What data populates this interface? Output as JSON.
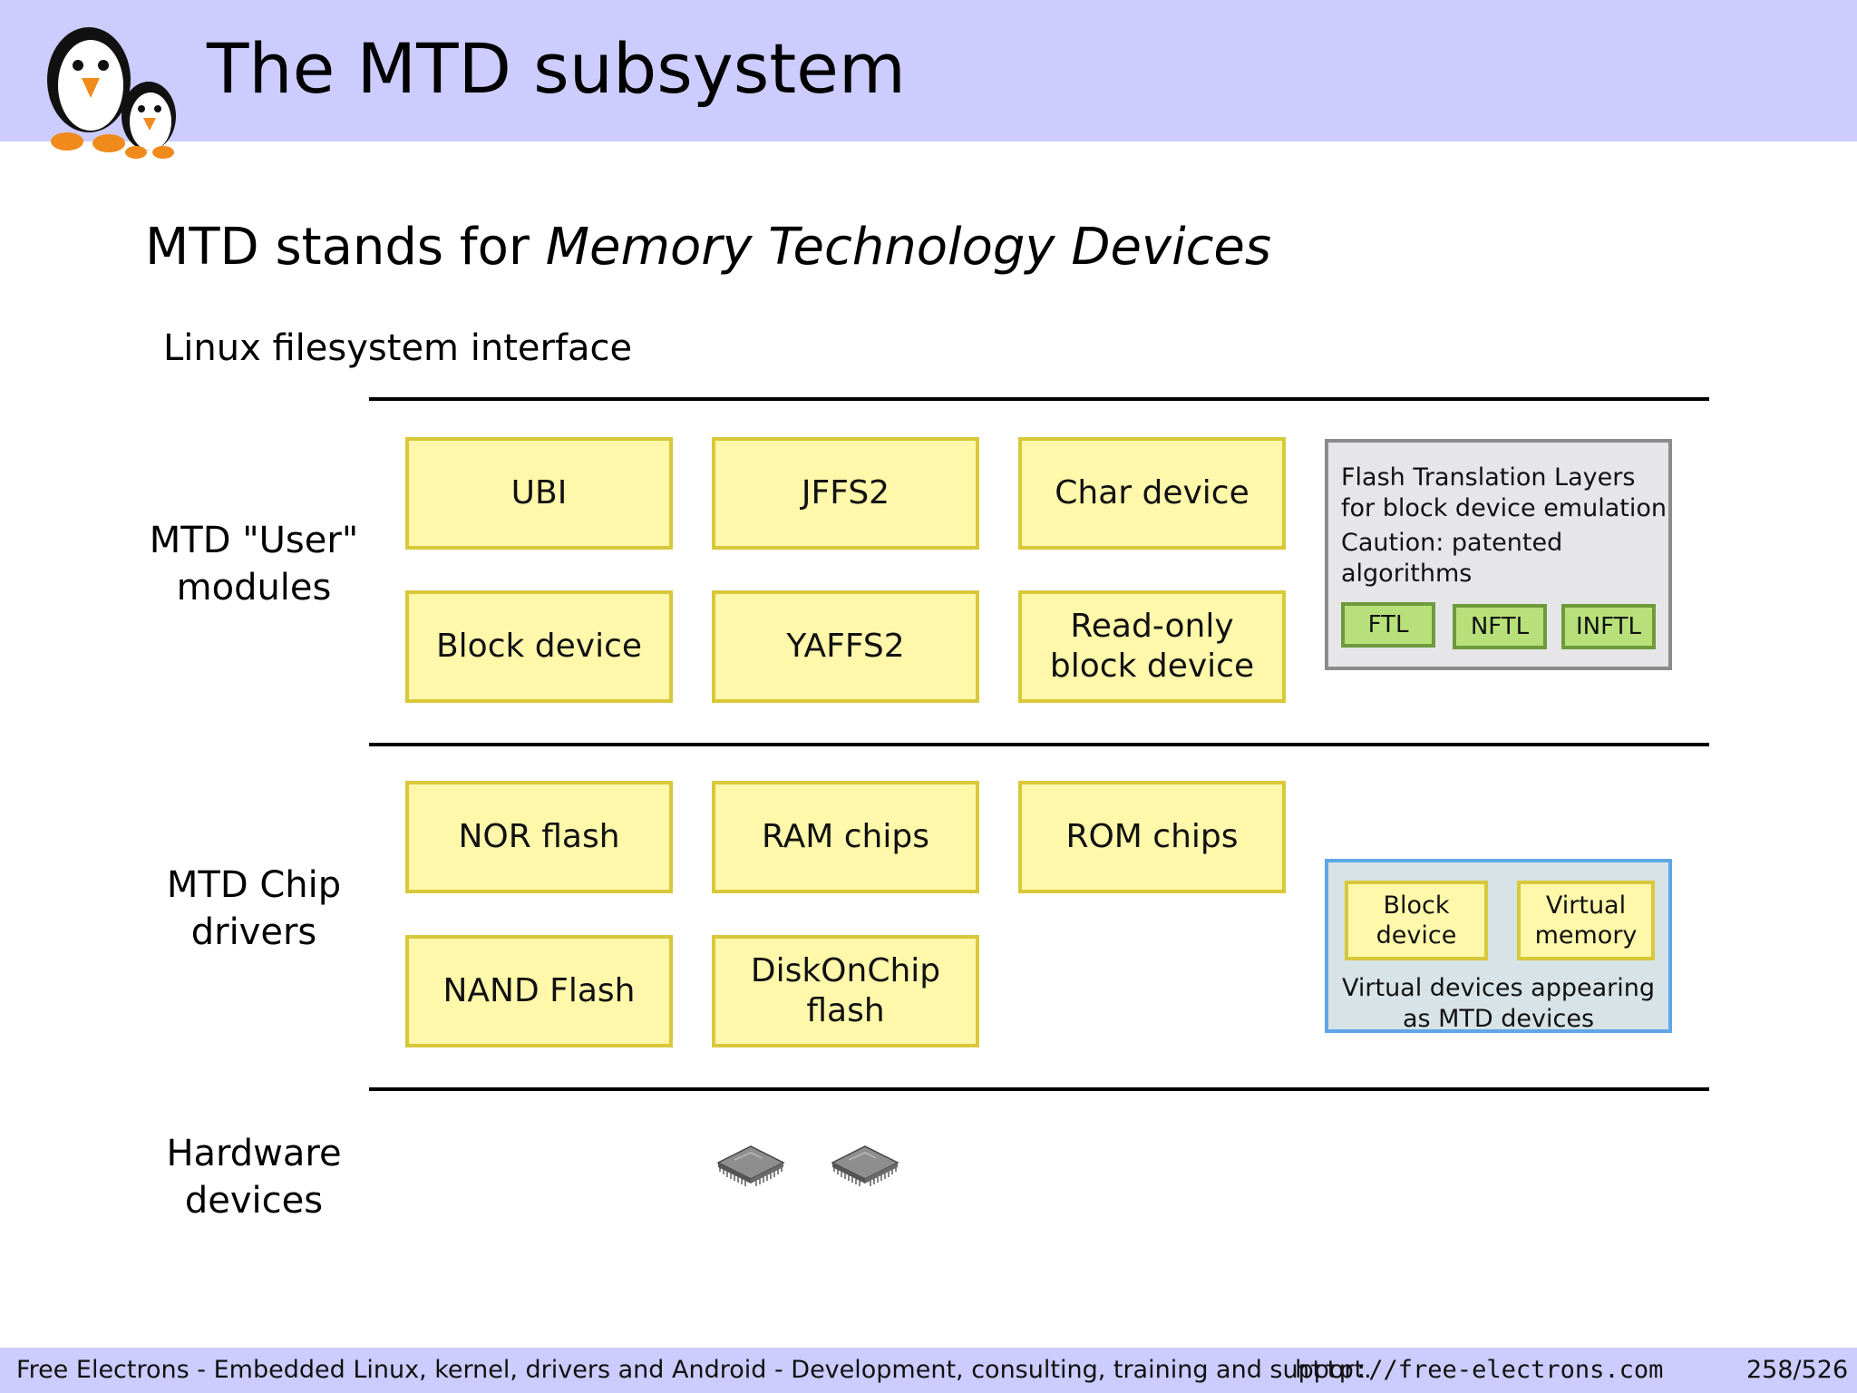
{
  "slide": {
    "title": "The MTD subsystem",
    "subtitle_prefix": "MTD stands for ",
    "subtitle_emphasis": "Memory Technology Devices"
  },
  "layers": {
    "fs_interface": "Linux filesystem interface",
    "user_modules_line1": "MTD \"User\"",
    "user_modules_line2": "modules",
    "chip_drivers_line1": "MTD Chip",
    "chip_drivers_line2": "drivers",
    "hardware_line1": "Hardware",
    "hardware_line2": "devices"
  },
  "user_modules": {
    "ubi": "UBI",
    "jffs2": "JFFS2",
    "char_device": "Char device",
    "block_device": "Block device",
    "yaffs2": "YAFFS2",
    "readonly_line1": "Read-only",
    "readonly_line2": "block device"
  },
  "ftl": {
    "line1": "Flash Translation Layers",
    "line2": "for block device emulation",
    "line3": "Caution: patented",
    "line4": "algorithms",
    "items": [
      "FTL",
      "NFTL",
      "INFTL"
    ]
  },
  "chip_drivers": {
    "nor": "NOR flash",
    "ram": "RAM chips",
    "rom": "ROM chips",
    "nand": "NAND Flash",
    "doc_line1": "DiskOnChip",
    "doc_line2": "flash"
  },
  "virtual": {
    "block_line1": "Block",
    "block_line2": "device",
    "vmem_line1": "Virtual",
    "vmem_line2": "memory",
    "caption_line1": "Virtual devices appearing",
    "caption_line2": "as MTD devices"
  },
  "footer": {
    "text": "Free Electrons - Embedded Linux, kernel, drivers and Android - Development, consulting, training and support.",
    "url": "http://free-electrons.com",
    "page": "258/526"
  },
  "colors": {
    "header_bg": "#ccccff",
    "module_fill": "#fff8aa",
    "module_border": "#d8c83a",
    "ftl_fill": "#e6e5e8",
    "ftl_item_fill": "#b8e07a",
    "virtual_fill": "#d7e3e7",
    "virtual_border": "#5fa6e8"
  }
}
